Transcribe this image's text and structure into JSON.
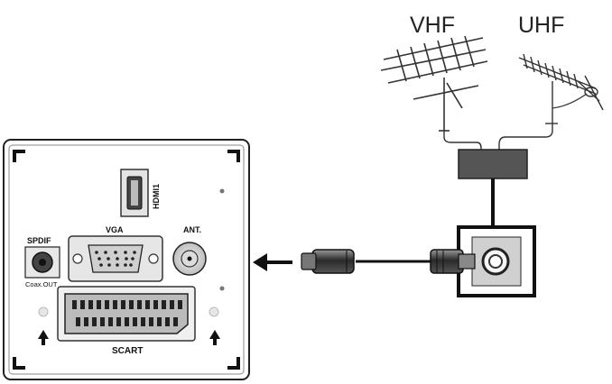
{
  "antennas": {
    "vhf_label": "VHF",
    "uhf_label": "UHF"
  },
  "panel": {
    "hdmi_label": "HDMI1",
    "vga_label": "VGA",
    "ant_label": "ANT.",
    "spdif_label": "SPDIF",
    "coax_label": "Coax.OUT",
    "scart_label": "SCART"
  },
  "colors": {
    "cable": "#111111",
    "splitter": "#555555",
    "plug": "#3a3a3a",
    "panel_stroke": "#222222"
  }
}
